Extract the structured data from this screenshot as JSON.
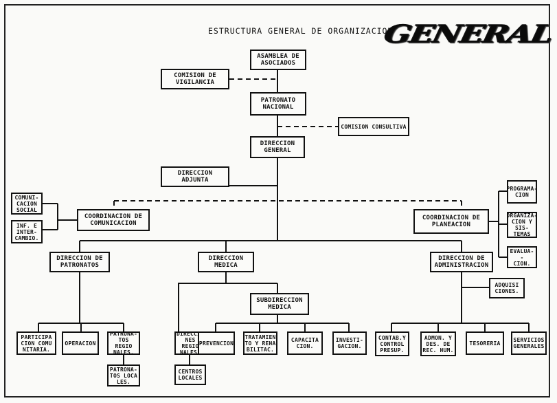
{
  "title": "ESTRUCTURA GENERAL DE ORGANIZACION",
  "logo": "GENERAL",
  "nodes": {
    "asamblea": "ASAMBLEA DE\nASOCIADOS",
    "comision_vigilancia": "COMISION DE\nVIGILANCIA",
    "patronato_nacional": "PATRONATO\nNACIONAL",
    "comision_consultiva": "COMISION CONSULTIVA",
    "direccion_general": "DIRECCION GENERAL",
    "direccion_adjunta": "DIRECCION\nADJUNTA",
    "comunicacion_social": "COMUNI-\nCACION\nSOCIAL",
    "intercambio": "INF. E\nINTER-\nCAMBIO.",
    "coord_comunicacion": "COORDINACION DE\nCOMUNICACION",
    "coord_planeacion": "COORDINACION DE\nPLANEACION",
    "programacion": "PROGRAMA-\nCION",
    "organizacion": "ORGANIZA-\nCION Y SIS-\nTEMAS",
    "evaluacion": "EVALUA--\nCION.",
    "dir_patronatos": "DIRECCION DE\nPATRONATOS",
    "dir_medica": "DIRECCION\nMEDICA",
    "dir_administracion": "DIRECCION DE\nADMINISTRACION",
    "adquisiciones": "ADQUISI\nCIONES.",
    "subdir_medica": "SUBDIRECCION\nMEDICA",
    "participacion": "PARTICIPA\nCION COMU\nNITARIA.",
    "operacion": "OPERACION",
    "patronatos_regionales": "PATRONA-\nTOS REGIO\nNALES.",
    "patronatos_locales": "PATRONA-\nTOS LOCA\nLES.",
    "direcciones_regionales": "DIRECCIO\nNES REGIO\nNALES.",
    "centros_locales": "CENTROS\nLOCALES",
    "prevencion": "PREVENCION",
    "tratamiento": "TRATAMIEN\nTO Y REHA\nBILITAC.",
    "capacitacion": "CAPACITA\nCION.",
    "investigacion": "INVESTI-\nGACION.",
    "contabilidad": "CONTAB.Y\nCONTROL\nPRESUP.",
    "recursos_humanos": "ADMON. Y\nDES. DE\nREC. HUM.",
    "tesoreria": "TESORERIA",
    "servicios_generales": "SERVICIOS\nGENERALES"
  }
}
